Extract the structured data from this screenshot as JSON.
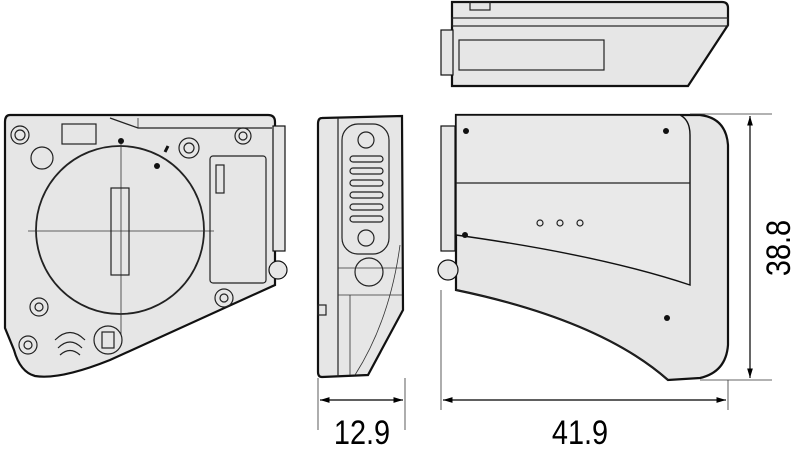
{
  "dimensions": {
    "height_label": "38.8",
    "depth_label": "12.9",
    "width_label": "41.9"
  },
  "colors": {
    "body_fill": "#e6e6e6",
    "outline": "#111111"
  }
}
